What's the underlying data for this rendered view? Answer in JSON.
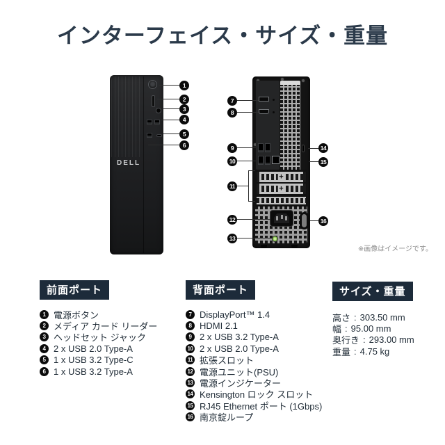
{
  "title": "インターフェイス・サイズ・重量",
  "note": "※画像はイメージです。",
  "brand": "DELL",
  "colors": {
    "accent_dark_navy": "#1d2b3a",
    "title_text": "#2b3a4a",
    "body_text": "#1f2b36",
    "badge_black": "#0b0b0b",
    "led_green": "#76b83e"
  },
  "sections": {
    "front_ports": {
      "title": "前面ポート",
      "items": [
        {
          "num": "1",
          "label": "電源ボタン"
        },
        {
          "num": "2",
          "label": "メディア カード リーダー"
        },
        {
          "num": "3",
          "label": "ヘッドセット ジャック"
        },
        {
          "num": "4",
          "label": "2 x USB 2.0 Type-A"
        },
        {
          "num": "5",
          "label": "1 x USB 3.2 Type-C"
        },
        {
          "num": "6",
          "label": "1 x USB 3.2 Type-A"
        }
      ]
    },
    "rear_ports": {
      "title": "背面ポート",
      "items": [
        {
          "num": "7",
          "label": "DisplayPort™ 1.4"
        },
        {
          "num": "8",
          "label": "HDMI 2.1"
        },
        {
          "num": "9",
          "label": "2 x USB 3.2 Type-A"
        },
        {
          "num": "10",
          "label": "2 x USB 2.0 Type-A"
        },
        {
          "num": "11",
          "label": "拡張スロット"
        },
        {
          "num": "12",
          "label": "電源ユニット(PSU)"
        },
        {
          "num": "13",
          "label": "電源インジケーター"
        },
        {
          "num": "14",
          "label": "Kensington ロック スロット"
        },
        {
          "num": "15",
          "label": "RJ45 Ethernet ポート (1Gbps)"
        },
        {
          "num": "16",
          "label": "南京錠ループ"
        }
      ]
    },
    "size_weight": {
      "title": "サイズ・重量",
      "separator": ":",
      "rows": [
        {
          "label": "高さ",
          "value": "303.50 mm"
        },
        {
          "label": "幅",
          "value": "95.00 mm"
        },
        {
          "label": "奥行き",
          "value": "293.00 mm"
        },
        {
          "label": "重量",
          "value": "4.75 kg"
        }
      ]
    }
  }
}
